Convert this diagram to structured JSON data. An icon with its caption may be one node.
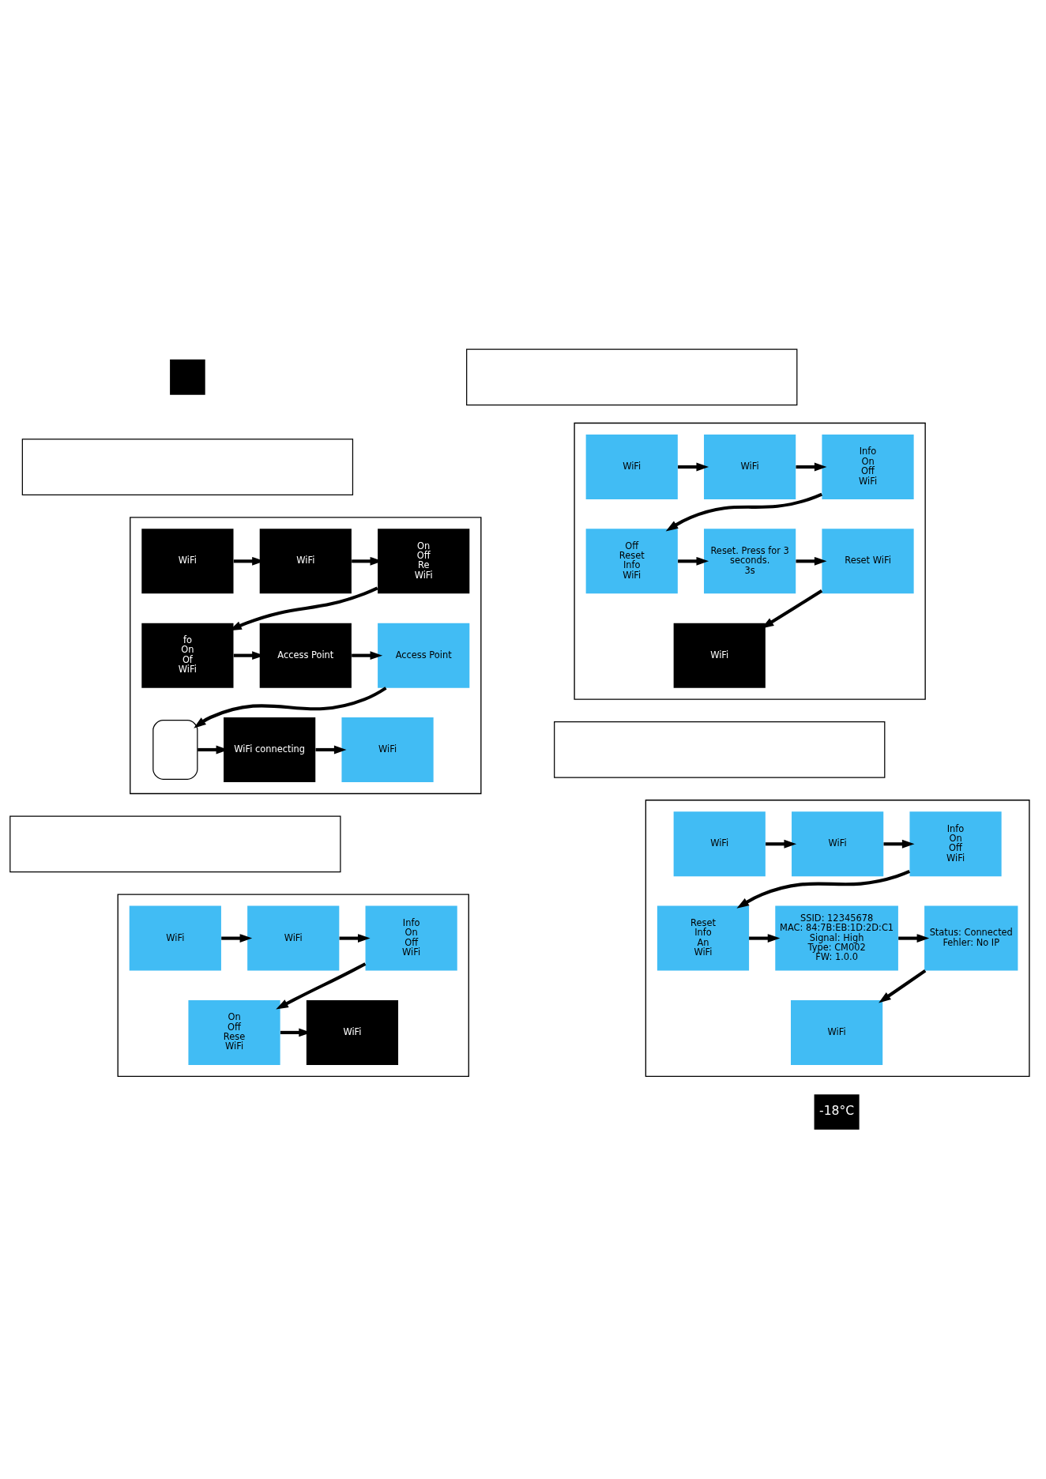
{
  "diagram": {
    "nodes": [
      {
        "text": [],
        "shape": "box"
      },
      {
        "text": [],
        "shape": "box"
      },
      {
        "text": [],
        "shape": "box"
      },
      {
        "text": [
          "WiFi"
        ],
        "in": 2
      },
      {
        "text": [
          "WiFi"
        ],
        "in": 2
      },
      {
        "text": [
          "On",
          "Off",
          "Re",
          "WiFi"
        ],
        "in": 2
      },
      {
        "text": [
          "fo",
          "On",
          "Of",
          "WiFi"
        ],
        "in": 2
      },
      {
        "text": [
          "Access Point"
        ],
        "in": 2
      },
      {
        "text": [
          "Access Point"
        ],
        "in": 2
      },
      {
        "text": [],
        "shape": "box",
        "in": 2
      },
      {
        "text": [
          "WiFi connecting"
        ],
        "in": 2
      },
      {
        "text": [
          "WiFi"
        ],
        "in": 2
      },
      {
        "text": [],
        "shape": "box"
      },
      {
        "text": [],
        "shape": "box"
      },
      {
        "text": [
          "WiFi"
        ],
        "in": 13
      },
      {
        "text": [
          "WiFi"
        ],
        "in": 13
      },
      {
        "text": [
          "Info",
          "On",
          "Off",
          "WiFi"
        ],
        "in": 13
      },
      {
        "text": [
          "On",
          "Off",
          "Rese",
          "WiFi"
        ],
        "in": 13
      },
      {
        "text": [
          "WiFi"
        ],
        "in": 13
      },
      {
        "text": [],
        "shape": "box"
      },
      {
        "text": [],
        "shape": "box"
      },
      {
        "text": [
          "WiFi"
        ],
        "in": 20
      },
      {
        "text": [
          "WiFi"
        ],
        "in": 20
      },
      {
        "text": [
          "Info",
          "On",
          "Off",
          "WiFi"
        ],
        "in": 20
      },
      {
        "text": [
          "Off",
          "Reset",
          "Info",
          "WiFi"
        ],
        "in": 20
      },
      {
        "text": [
          "Reset. Press for 3 seconds.",
          "3s"
        ],
        "in": 20
      },
      {
        "text": [
          "Reset WiFi"
        ],
        "in": 20
      },
      {
        "text": [
          "WiFi"
        ],
        "in": 20
      },
      {
        "text": [],
        "shape": "box"
      },
      {
        "text": [],
        "shape": "box"
      },
      {
        "text": [
          "WiFi"
        ],
        "in": 29
      },
      {
        "text": [
          "WiFi"
        ],
        "in": 29
      },
      {
        "text": [
          "Info",
          "On",
          "Off",
          "WiFi"
        ],
        "in": 29
      },
      {
        "text": [
          "Reset",
          "Info",
          "An",
          "WiFi"
        ],
        "in": 29
      },
      {
        "text": [
          "SSID: 12345678",
          "MAC: 84:7B:EB:1D:2D:C1",
          "Signal: High",
          "Type: CM002",
          "FW: 1.0.0"
        ],
        "in": 29
      },
      {
        "text": [
          "Status: Connected",
          "Fehler: No IP"
        ],
        "in": 29
      },
      {
        "text": [
          "WiFi"
        ],
        "in": 29
      },
      {
        "text": [
          "-18°C"
        ]
      }
    ],
    "edges": [
      {
        "from": 3,
        "to": 4,
        "arrow": "to"
      },
      {
        "from": 4,
        "to": 5,
        "arrow": "to"
      },
      {
        "from": 5,
        "to": 6,
        "arrow": "to"
      },
      {
        "from": 6,
        "to": 7,
        "arrow": "to"
      },
      {
        "from": 7,
        "to": 8,
        "arrow": "to"
      },
      {
        "from": 8,
        "to": 9,
        "arrow": "to"
      },
      {
        "from": 9,
        "to": 10,
        "arrow": "to"
      },
      {
        "from": 10,
        "to": 11,
        "arrow": "to"
      },
      {
        "from": 14,
        "to": 15,
        "arrow": "to"
      },
      {
        "from": 15,
        "to": 16,
        "arrow": "to"
      },
      {
        "from": 16,
        "to": 17,
        "arrow": "to"
      },
      {
        "from": 17,
        "to": 18,
        "arrow": "to"
      },
      {
        "from": 21,
        "to": 22,
        "arrow": "to"
      },
      {
        "from": 22,
        "to": 23,
        "arrow": "to"
      },
      {
        "from": 23,
        "to": 24,
        "arrow": "to"
      },
      {
        "from": 24,
        "to": 25,
        "arrow": "to"
      },
      {
        "from": 25,
        "to": 26,
        "arrow": "to"
      },
      {
        "from": 26,
        "to": 27,
        "arrow": "to"
      },
      {
        "from": 30,
        "to": 31,
        "arrow": "to"
      },
      {
        "from": 31,
        "to": 32,
        "arrow": "to"
      },
      {
        "from": 32,
        "to": 33,
        "arrow": "to"
      },
      {
        "from": 33,
        "to": 34,
        "arrow": "to"
      },
      {
        "from": 34,
        "to": 35,
        "arrow": "to"
      },
      {
        "from": 35,
        "to": 36,
        "arrow": "to"
      }
    ]
  }
}
